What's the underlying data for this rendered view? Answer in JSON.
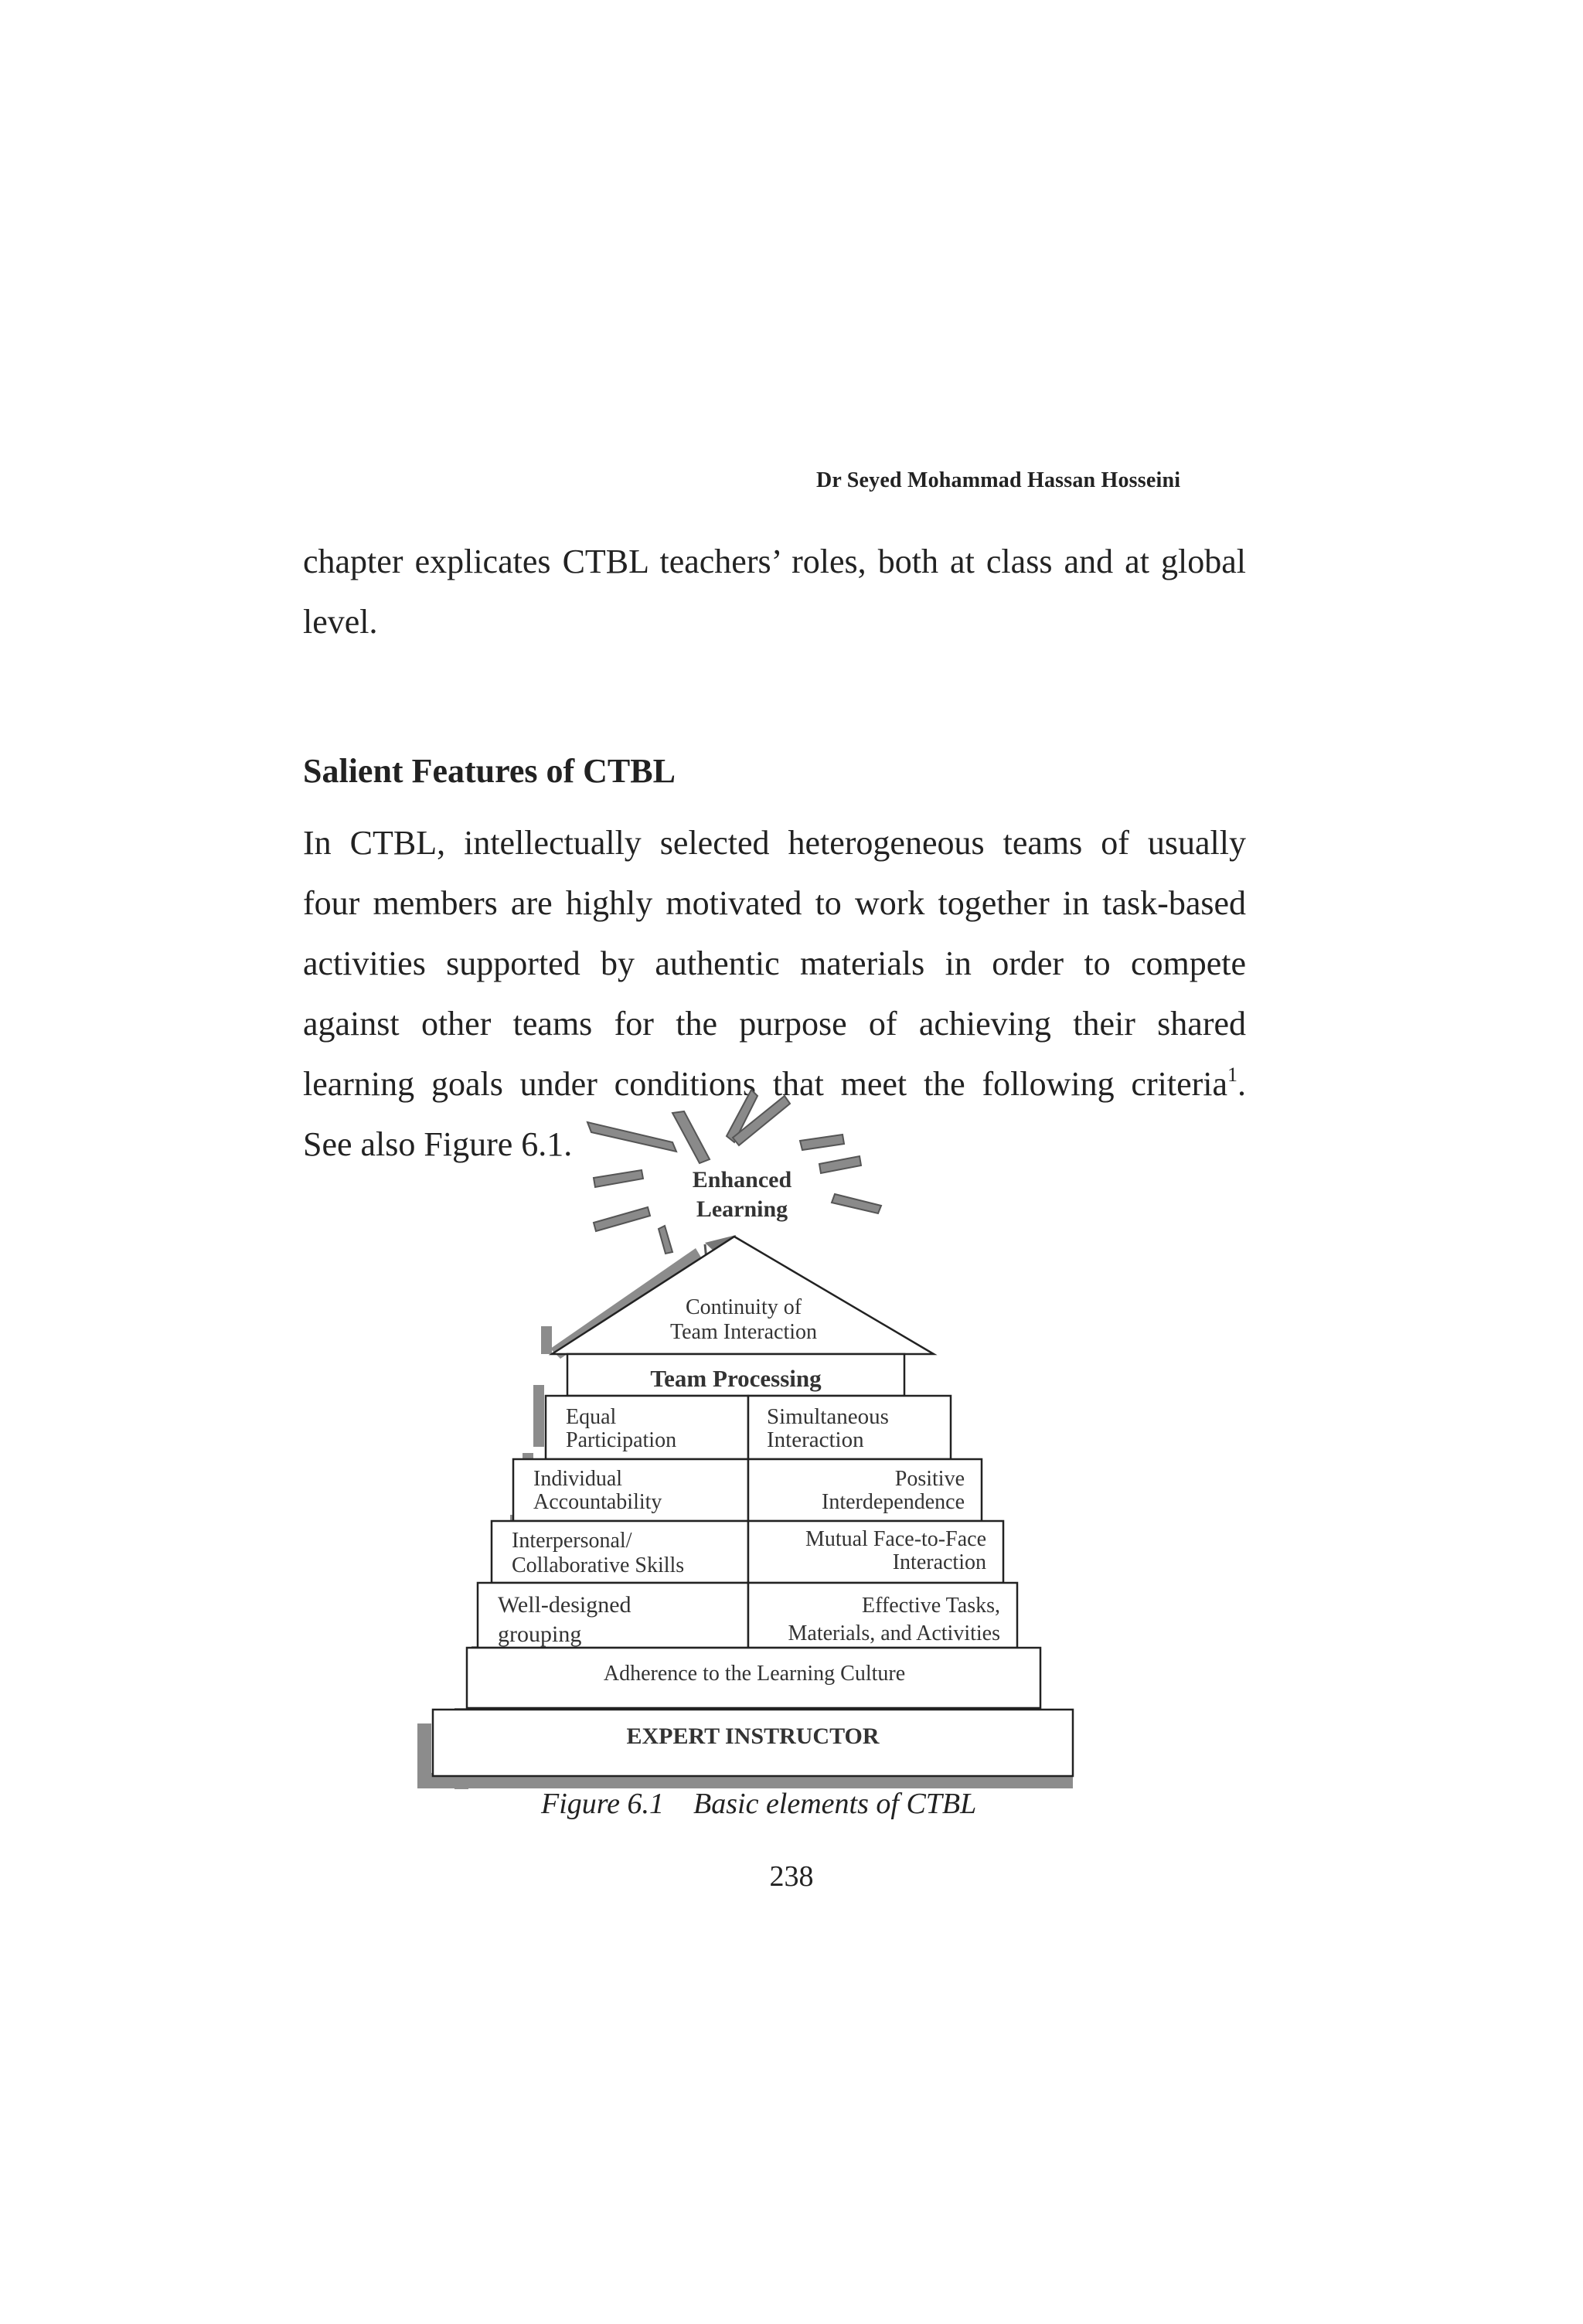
{
  "header": {
    "running_head": "Dr Seyed Mohammad Hassan Hosseini"
  },
  "intro": {
    "lines": [
      "chapter explicates CTBL teachers’ roles, both at class and at global",
      "level."
    ]
  },
  "section": {
    "heading": "Salient Features of CTBL",
    "lines": [
      "In CTBL, intellectually selected heterogeneous teams of usually",
      "four members are highly motivated to work together in task-based",
      "activities supported by authentic materials in order to compete",
      "against other teams for the purpose of achieving their shared",
      "learning goals under conditions that meet the following criteria"
    ],
    "footnote_ref": "1",
    "line_end": ".",
    "last_line": "See also Figure 6.1."
  },
  "figure": {
    "top_burst": {
      "line1": "Enhanced",
      "line2": "Learning"
    },
    "roof": {
      "line1": "Continuity of",
      "line2": "Team Interaction"
    },
    "team_processing": "Team Processing",
    "equal_participation": {
      "line1": "Equal",
      "line2": "Participation"
    },
    "simultaneous_interaction": {
      "line1": "Simultaneous",
      "line2": "Interaction"
    },
    "individual_accountability": {
      "line1": "Individual",
      "line2": "Accountability"
    },
    "positive_interdependence": {
      "line1": "Positive",
      "line2": "Interdependence"
    },
    "interpersonal_skills": {
      "line1": "Interpersonal/",
      "line2": "Collaborative Skills"
    },
    "face_to_face": {
      "line1": "Mutual Face-to-Face",
      "line2": "Interaction"
    },
    "grouping": {
      "line1": "Well-designed",
      "line2": "grouping"
    },
    "effective_tasks": {
      "line1": "Effective Tasks,",
      "line2": "Materials, and Activities"
    },
    "learning_culture": "Adherence to the Learning Culture",
    "expert_instructor": "EXPERT INSTRUCTOR",
    "caption": "Figure 6.1    Basic elements of CTBL"
  },
  "page_number": "238"
}
